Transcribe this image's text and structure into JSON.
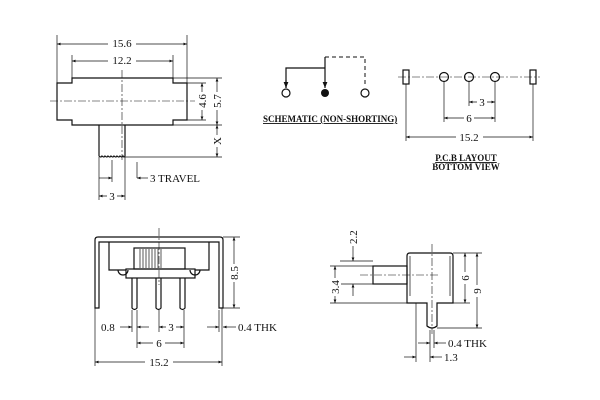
{
  "top_view": {
    "dim_overall": "15.6",
    "dim_body": "12.2",
    "dim_height_inner": "4.6",
    "dim_height_outer": "5.7",
    "dim_actuator": "X",
    "travel_label": "3 TRAVEL",
    "dim_actuator_width": "3"
  },
  "schematic": {
    "title": "SCHEMATIC (NON-SHORTING)"
  },
  "pcb_layout": {
    "dim_pitch": "3",
    "dim_outer_pins": "6",
    "dim_overall": "15.2",
    "title": "P.C.B LAYOUT",
    "subtitle": "BOTTOM VIEW"
  },
  "front_view": {
    "dim_height": "8.5",
    "dim_pin_width": "0.8",
    "dim_pitch": "3",
    "dim_outer_pins": "6",
    "dim_overall": "15.2",
    "dim_thickness": "0.4 THK"
  },
  "side_view": {
    "dim_shaft_height": "2.2",
    "dim_shaft_offset": "3.4",
    "dim_body_height": "6",
    "dim_total_height": "9",
    "dim_thickness": "0.4 THK",
    "dim_pin_offset": "1.3"
  }
}
